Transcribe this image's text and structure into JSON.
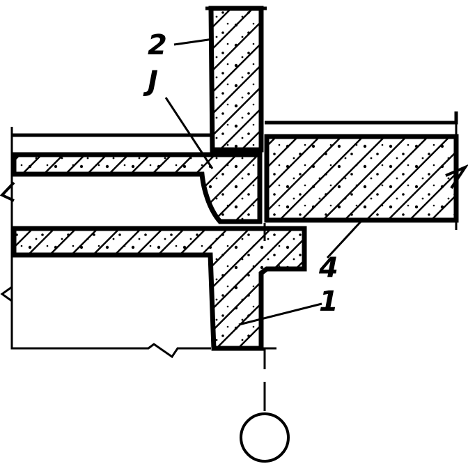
{
  "diagram": {
    "callouts": {
      "c1": "1",
      "c2": "2",
      "c3": "J",
      "c4": "4"
    },
    "colors": {
      "ink": "#000000",
      "paper": "#ffffff"
    }
  }
}
